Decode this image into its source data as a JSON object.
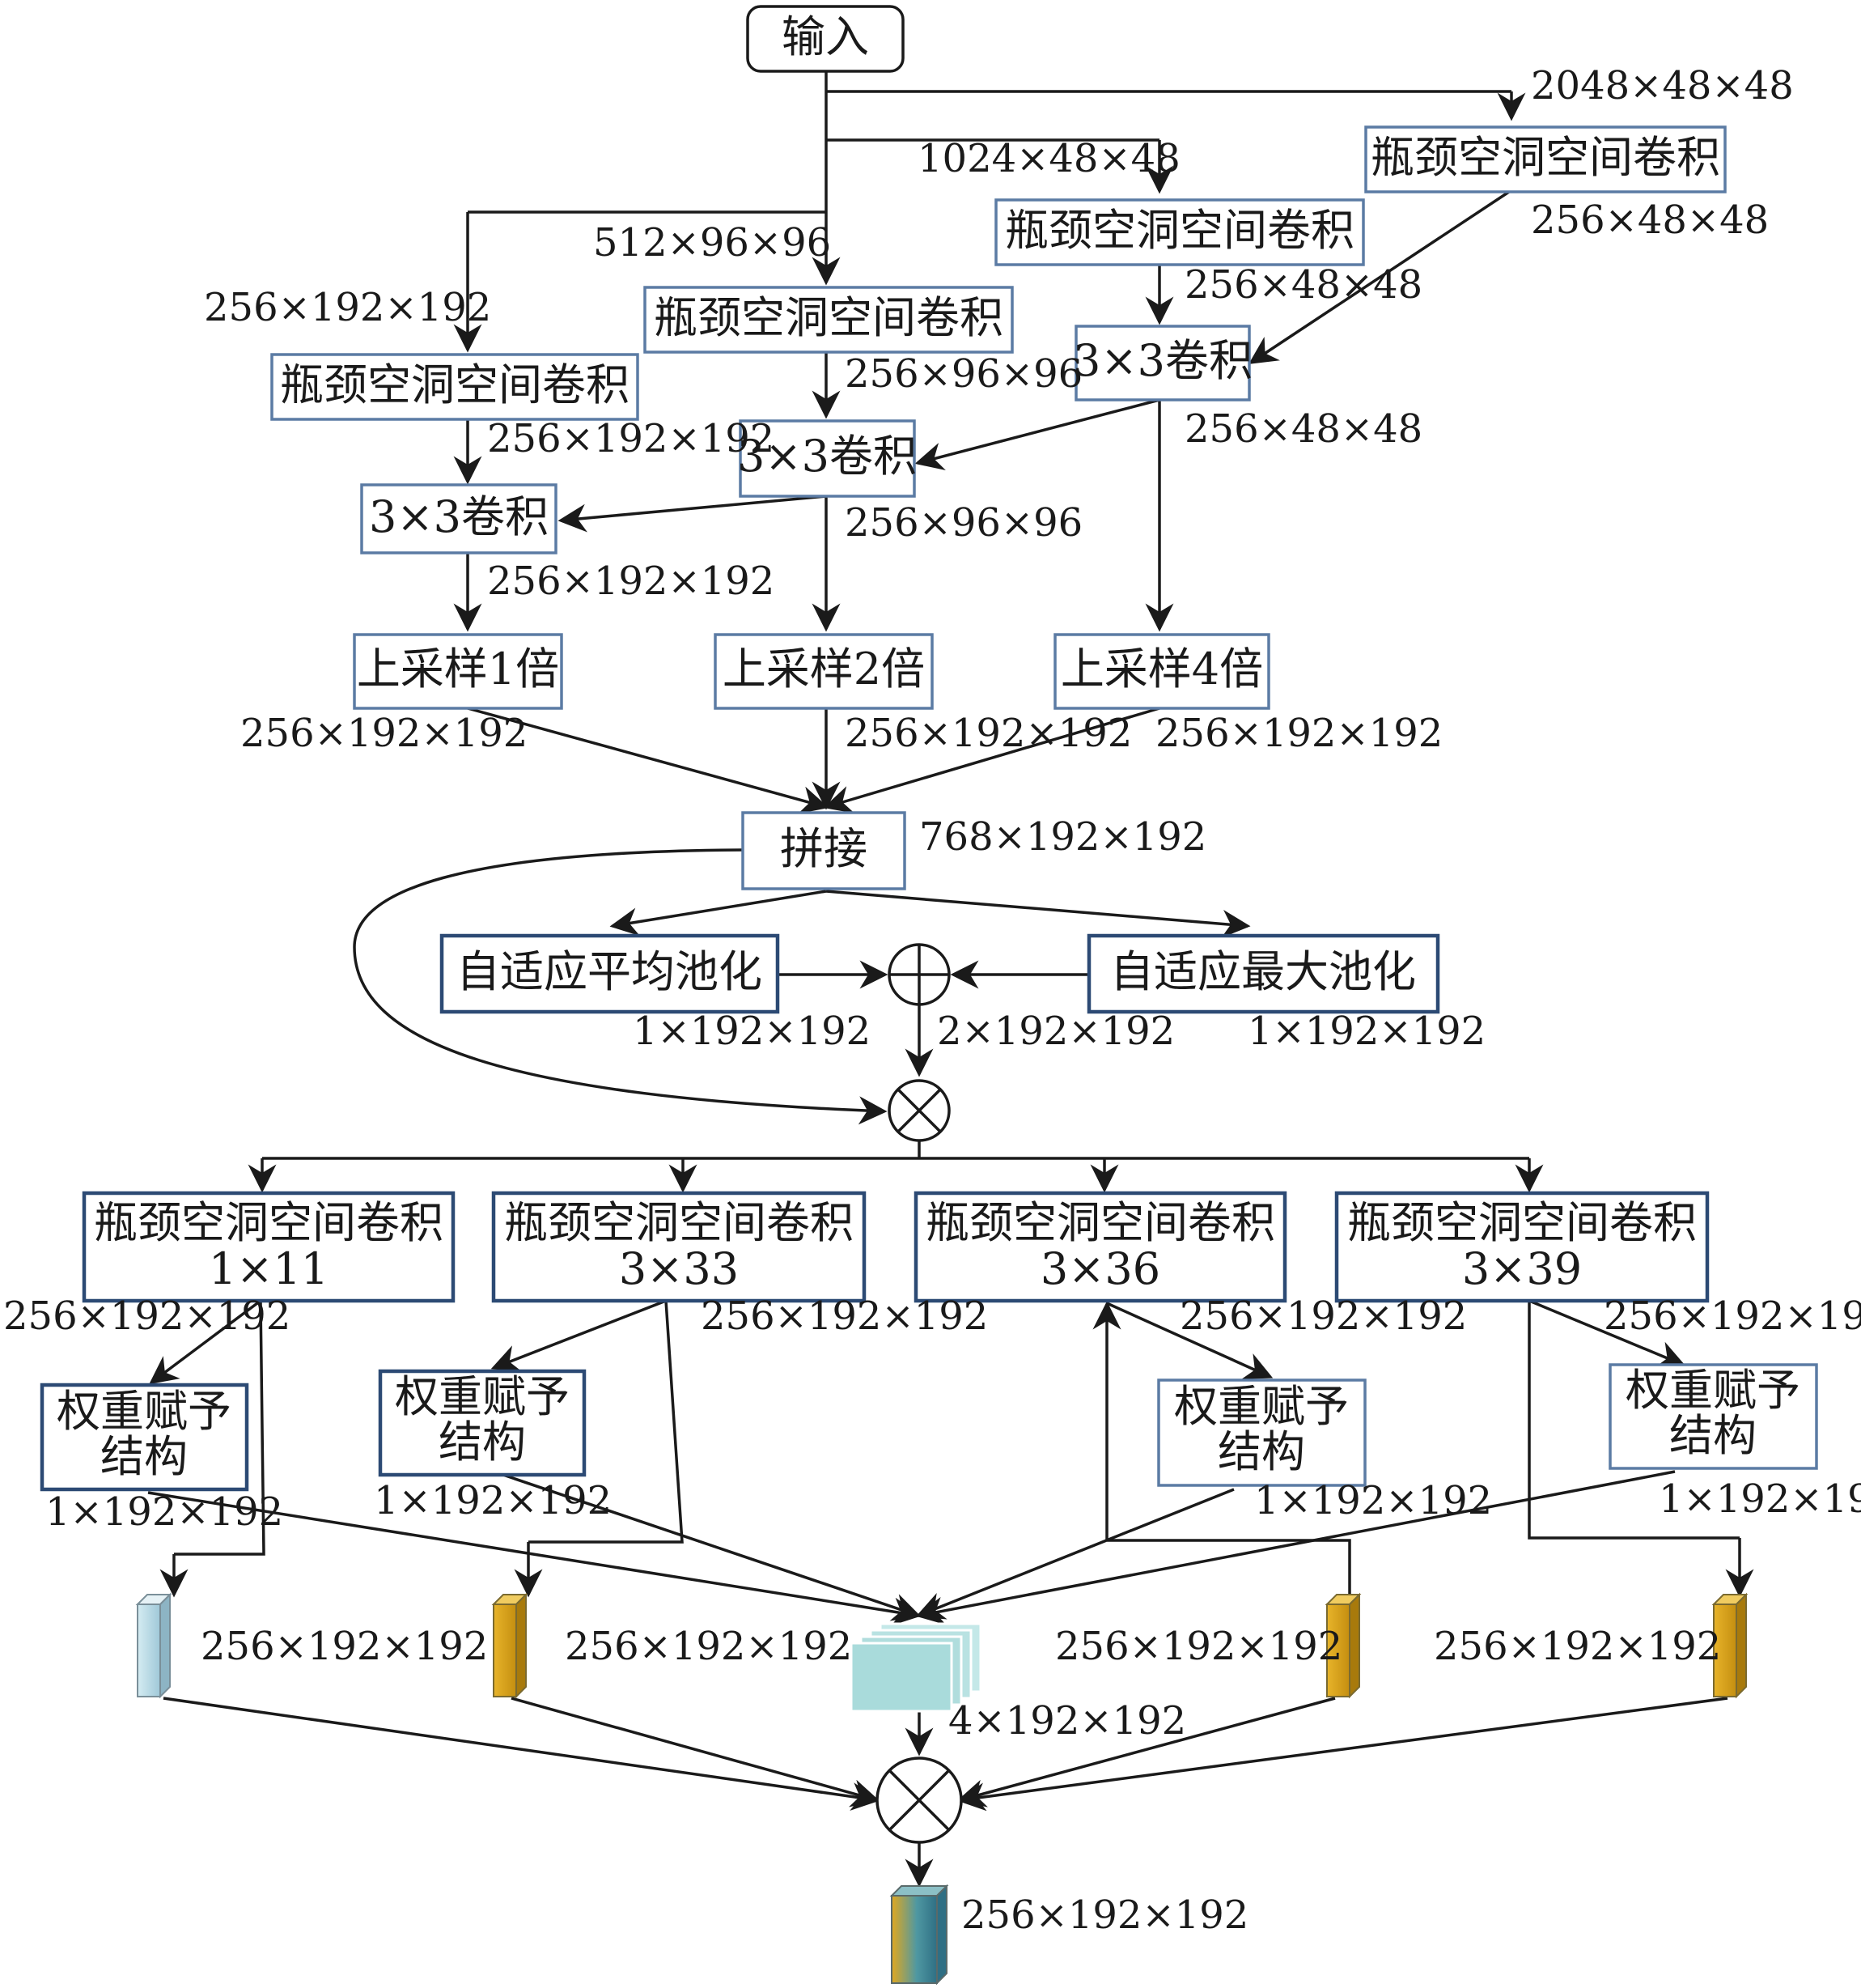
{
  "input": "输入",
  "bottleneck": "瓶颈空洞空间卷积",
  "conv3x3": "3×3卷积",
  "upsample": [
    "上采样1倍",
    "上采样2倍",
    "上采样4倍"
  ],
  "concat": "拼接",
  "avg_pool": "自适应平均池化",
  "max_pool": "自适应最大池化",
  "branch_rates": [
    "1×11",
    "3×33",
    "3×36",
    "3×39"
  ],
  "weight_line1": "权重赋予",
  "weight_line2": "结构",
  "dims": {
    "d2048": "2048×48×48",
    "d1024": "1024×48×48",
    "d512": "512×96×96",
    "d256_192": "256×192×192",
    "d256_96": "256×96×96",
    "d256_48": "256×48×48",
    "d768": "768×192×192",
    "d1_192": "1×192×192",
    "d2_192": "2×192×192",
    "d4_192": "4×192×192"
  },
  "colors": {
    "box_border": "#5b7ba4",
    "box_border_dark": "#2c4a74",
    "blue_feature": "#b7d9e6",
    "gold_feature": "#d8a21c",
    "teal_stack": "#a9dbdb"
  }
}
